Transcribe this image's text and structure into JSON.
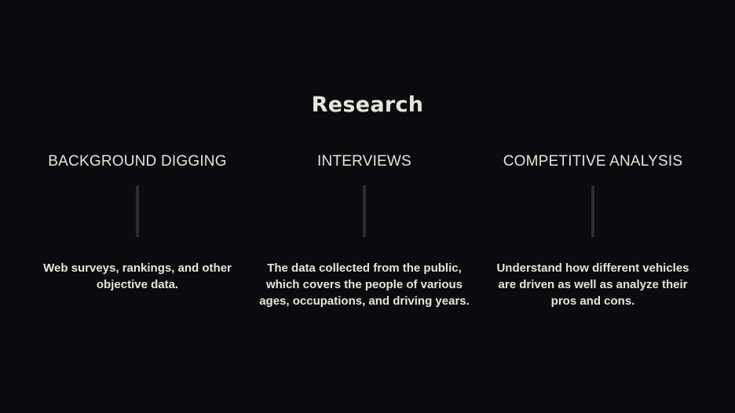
{
  "title": "Research",
  "columns": [
    {
      "heading": "BACKGROUND DIGGING",
      "text": "Web surveys, rankings, and other objective data."
    },
    {
      "heading": "INTERVIEWS",
      "text": "The data collected from the public, which covers the people of various ages, occupations, and driving years."
    },
    {
      "heading": "COMPETITIVE ANALYSIS",
      "text": "Understand how different vehicles are driven as well as analyze their pros and cons."
    }
  ]
}
